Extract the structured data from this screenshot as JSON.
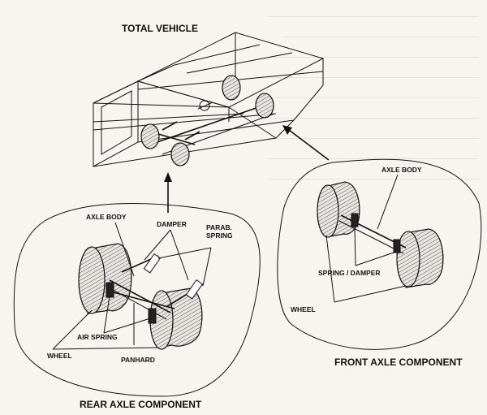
{
  "labels": {
    "total_vehicle": "TOTAL VEHICLE",
    "rear_axle_component": "REAR AXLE COMPONENT",
    "front_axle_component": "FRONT AXLE COMPONENT",
    "rear_axle_body": "AXLE BODY",
    "damper": "DAMPER",
    "parab_spring_line1": "PARAB.",
    "parab_spring_line2": "SPRING",
    "air_spring": "AIR SPRING",
    "wheel_rear": "WHEEL",
    "panhard": "PANHARD",
    "front_axle_body": "AXLE BODY",
    "spring_damper": "SPRING / DAMPER",
    "wheel_front": "WHEEL"
  },
  "colors": {
    "ink": "#111111",
    "paper": "#f7f5ef",
    "bleed_text": "#b9b6ad"
  }
}
